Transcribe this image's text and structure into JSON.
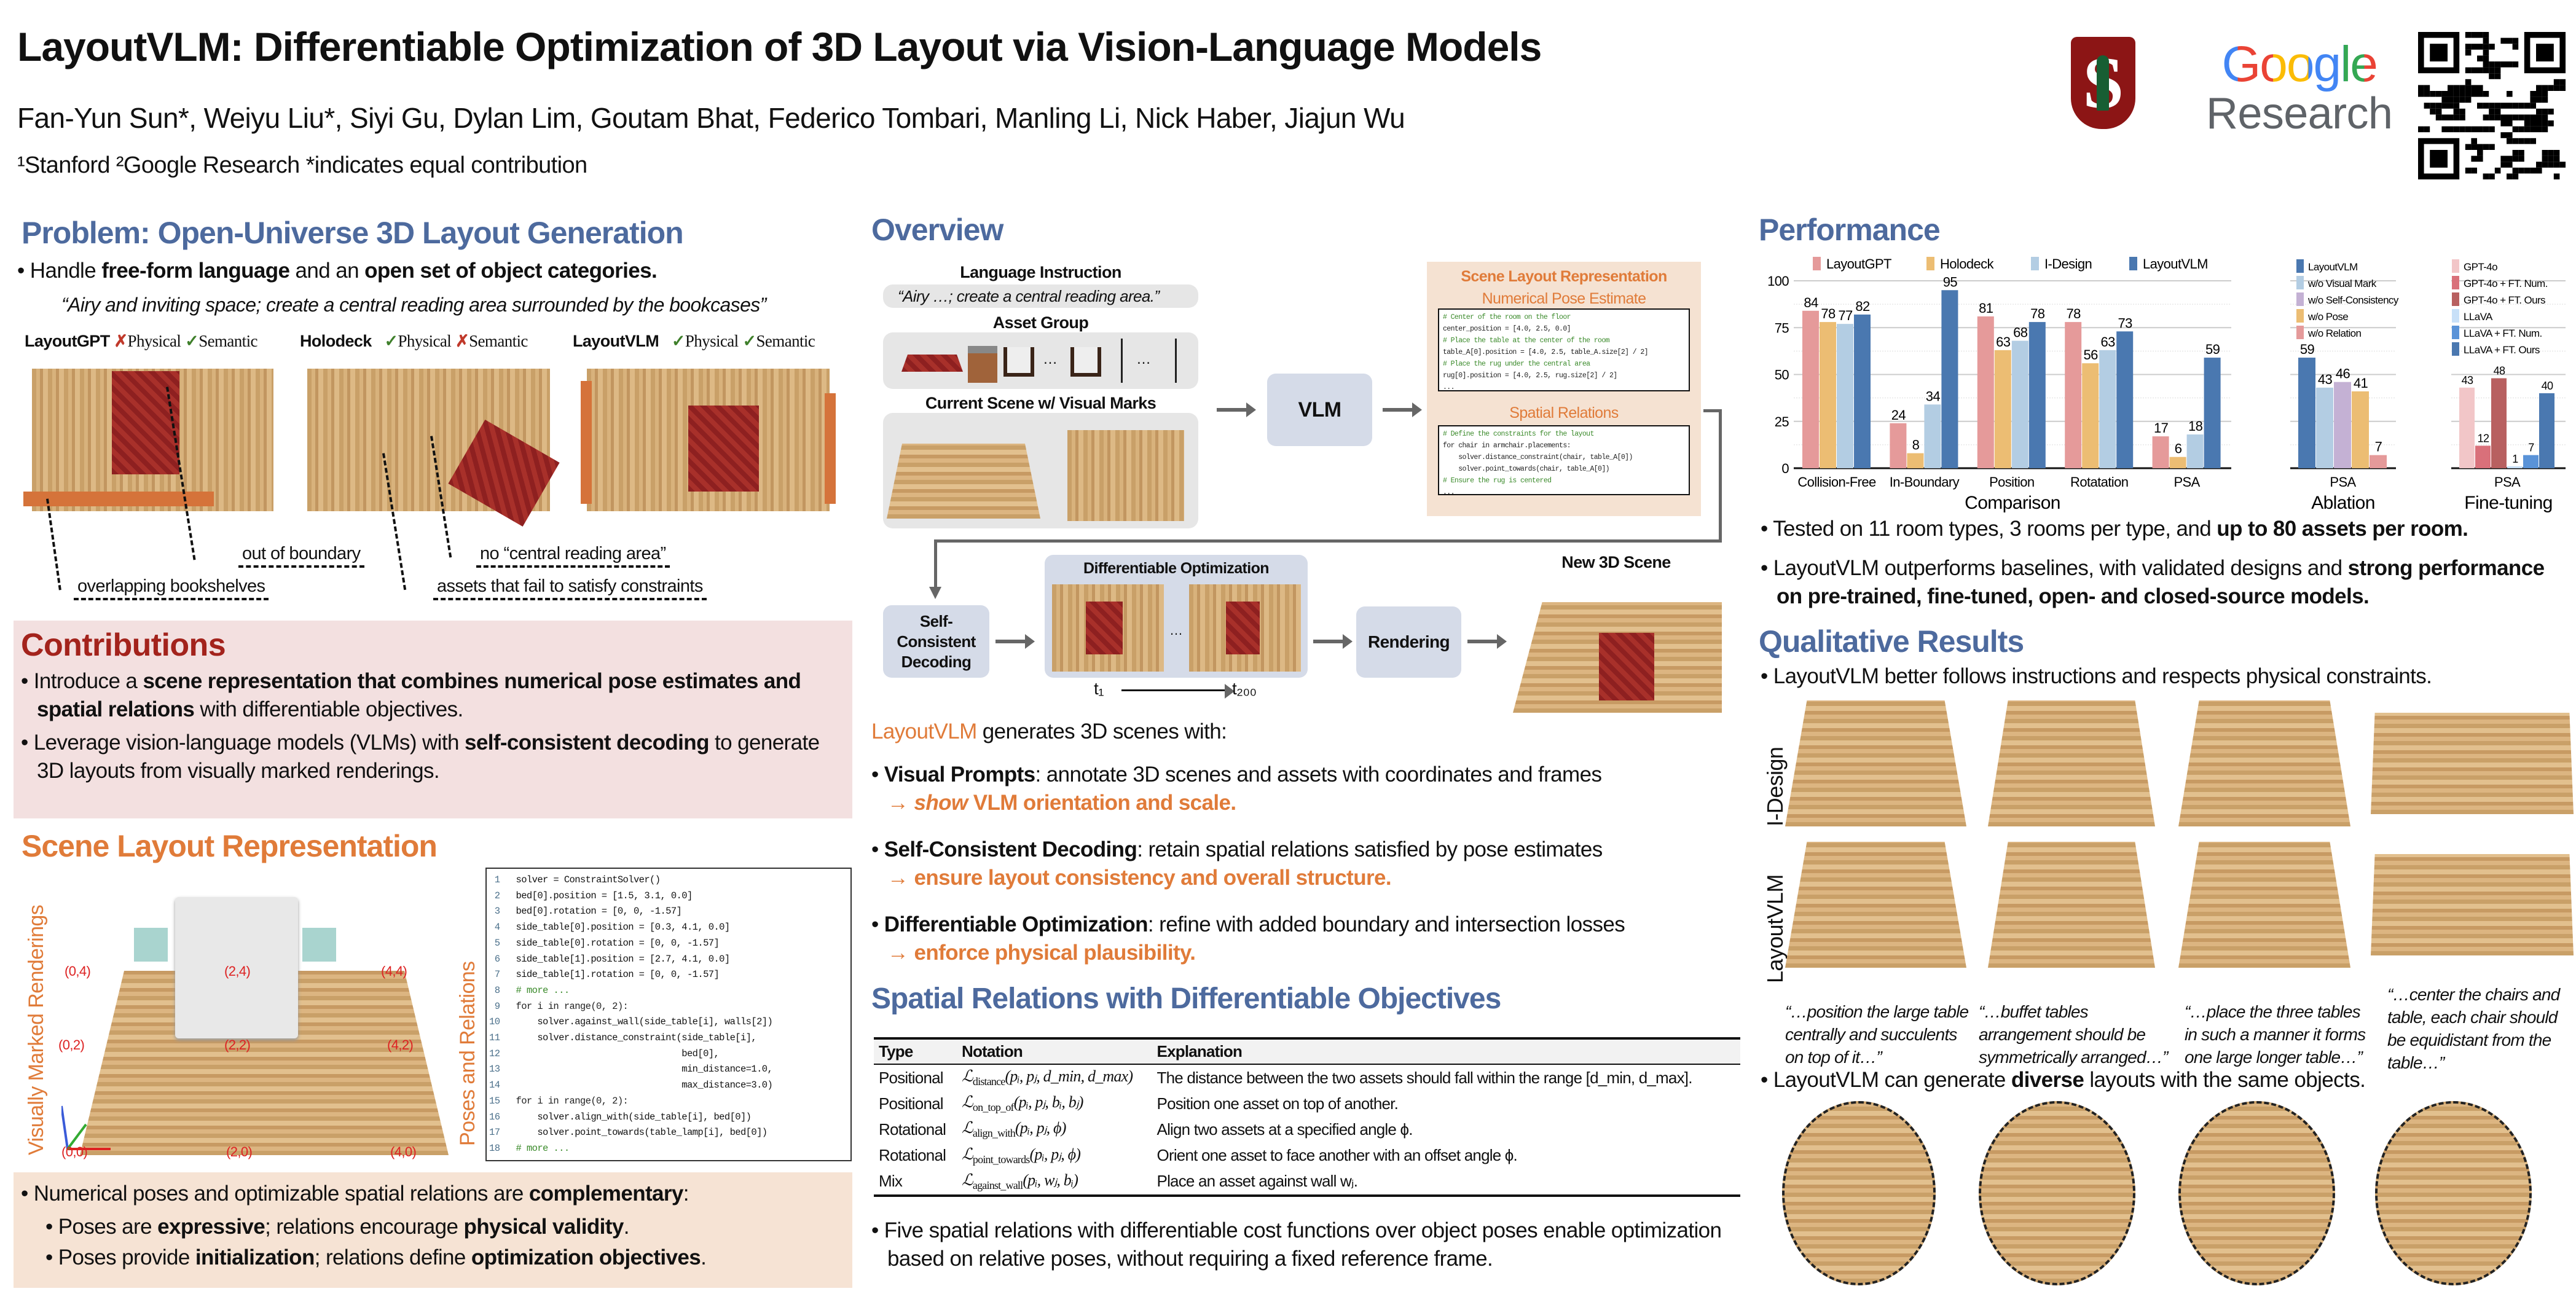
{
  "header": {
    "title": "LayoutVLM: Differentiable Optimization of 3D Layout via Vision-Language Models",
    "authors": "Fan-Yun Sun*, Weiyu Liu*, Siyi Gu, Dylan Lim, Goutam Bhat, Federico Tombari, Manling Li, Nick Haber, Jiajun Wu",
    "affiliations": [
      [
        "¹Stanford  ²Google Research  *indicates equal contribution",
        ""
      ]
    ],
    "logos": {
      "stanford": "S",
      "google": "Google",
      "research": "Research"
    }
  },
  "problem": {
    "heading": "Problem: Open-Universe 3D Layout Generation",
    "bullet": [
      [
        "Handle ",
        ""
      ],
      [
        "free-form language",
        "b"
      ],
      [
        " and an ",
        ""
      ],
      [
        "open set of object categories.",
        "b"
      ]
    ],
    "quote": "“Airy and inviting space; create a central reading area surrounded by the bookcases”",
    "methods": [
      {
        "name": "LayoutGPT",
        "physical": "Physical",
        "physical_ok": false,
        "semantic": "Semantic",
        "semantic_ok": true
      },
      {
        "name": "Holodeck",
        "physical": "Physical",
        "physical_ok": true,
        "semantic": "Semantic",
        "semantic_ok": false
      },
      {
        "name": "LayoutVLM",
        "physical": "Physical",
        "physical_ok": true,
        "semantic": "Semantic",
        "semantic_ok": true
      }
    ],
    "annotations": [
      "out of boundary",
      "overlapping bookshelves",
      "no “central reading area”",
      "assets that fail to satisfy constraints"
    ]
  },
  "contributions": {
    "heading": "Contributions",
    "bullets": [
      [
        [
          "Introduce a ",
          ""
        ],
        [
          "scene representation that combines numerical pose estimates and spatial relations",
          "b"
        ],
        [
          " with differentiable objectives.",
          ""
        ]
      ],
      [
        [
          "Leverage vision-language models (VLMs) with ",
          ""
        ],
        [
          "self-consistent decoding",
          "b"
        ],
        [
          " to generate 3D layouts from visually marked renderings.",
          ""
        ]
      ]
    ]
  },
  "scene_rep": {
    "heading": "Scene Layout Representation",
    "left_label": "Visually Marked Renderings",
    "right_label": "Poses and Relations",
    "coords": [
      "(0,4)",
      "(2,4)",
      "(4,4)",
      "(0,2)",
      "(2,2)",
      "(4,2)",
      "(0,0)",
      "(2,0)",
      "(4,0)"
    ],
    "code": [
      "solver = ConstraintSolver()",
      "bed[0].position = [1.5, 3.1, 0.0]",
      "bed[0].rotation = [0, 0, -1.57]",
      "side_table[0].position = [0.3, 4.1, 0.0]",
      "side_table[0].rotation = [0, 0, -1.57]",
      "side_table[1].position = [2.7, 4.1, 0.0]",
      "side_table[1].rotation = [0, 0, -1.57]",
      "# more ...",
      "for i in range(0, 2):",
      "    solver.against_wall(side_table[i], walls[2])",
      "    solver.distance_constraint(side_table[i],",
      "                               bed[0],",
      "                               min_distance=1.0,",
      "                               max_distance=3.0)",
      "for i in range(0, 2):",
      "    solver.align_with(side_table[i], bed[0])",
      "    solver.point_towards(table_lamp[i], bed[0])",
      "# more ..."
    ],
    "summary": [
      [
        "Numerical poses and optimizable spatial relations are ",
        ""
      ],
      [
        "complementary",
        "b"
      ],
      [
        ":",
        ""
      ]
    ],
    "sub_bullets": [
      [
        [
          "Poses are ",
          ""
        ],
        [
          "expressive",
          "b"
        ],
        [
          "; relations encourage ",
          ""
        ],
        [
          "physical validity",
          "b"
        ],
        [
          ".",
          ""
        ]
      ],
      [
        [
          "Poses provide ",
          ""
        ],
        [
          "initialization",
          "b"
        ],
        [
          "; relations define ",
          ""
        ],
        [
          "optimization objectives",
          "b"
        ],
        [
          ".",
          ""
        ]
      ]
    ]
  },
  "overview": {
    "heading": "Overview",
    "lang_title": "Language Instruction",
    "lang_text": "“Airy …; create a central reading area.”",
    "asset_title": "Asset Group",
    "ellipsis": "…",
    "scene_title": "Current Scene w/ Visual Marks",
    "vlm": "VLM",
    "rep_title": "Scene Layout Representation",
    "pose_title": "Numerical Pose Estimate",
    "pose_code": [
      "# Center of the room on the floor",
      "center_position = [4.0, 2.5, 0.0]",
      "# Place the table at the center of the room",
      "table_A[0].position = [4.0, 2.5, table_A.size[2] / 2]",
      "# Place the rug under the central area",
      "rug[0].position = [4.0, 2.5, rug.size[2] / 2]",
      "..."
    ],
    "rel_title": "Spatial Relations",
    "rel_code": [
      "# Define the constraints for the layout",
      "for chair in armchair.placements:",
      "    solver.distance_constraint(chair, table_A[0])",
      "    solver.point_towards(chair, table_A[0])",
      "# Ensure the rug is centered",
      "..."
    ],
    "self_consistent": "Self-Consistent Decoding",
    "diff_opt": "Differentiable Optimization",
    "t_start": "t₁",
    "t_end": "t₂₀₀",
    "rendering": "Rendering",
    "new_scene": "New 3D Scene",
    "intro": [
      [
        "LayoutVLM",
        "ob"
      ],
      [
        " generates 3D scenes with:",
        ""
      ]
    ],
    "items": [
      {
        "main": [
          [
            "Visual Prompts",
            "b"
          ],
          [
            ": annotate 3D scenes and assets with coordinates and frames",
            ""
          ]
        ],
        "sub": [
          [
            "→ ",
            "o"
          ],
          [
            "show",
            "oi"
          ],
          [
            " VLM orientation and scale.",
            "o"
          ]
        ]
      },
      {
        "main": [
          [
            "Self-Consistent Decoding",
            "b"
          ],
          [
            ": retain spatial relations satisfied by pose estimates",
            ""
          ]
        ],
        "sub": [
          [
            "→ ensure layout consistency and overall structure.",
            "o"
          ]
        ]
      },
      {
        "main": [
          [
            "Differentiable Optimization",
            "b"
          ],
          [
            ": refine with added boundary and intersection losses",
            ""
          ]
        ],
        "sub": [
          [
            "→ enforce physical plausibility.",
            "o"
          ]
        ]
      }
    ]
  },
  "spatial": {
    "heading": "Spatial Relations with Differentiable Objectives",
    "columns": [
      "Type",
      "Notation",
      "Explanation"
    ],
    "rows": [
      {
        "type": "Positional",
        "sub": "distance",
        "args": "(pᵢ, pⱼ, d_min, d_max)",
        "explanation": "The distance between the two assets should fall within the range [d_min, d_max]."
      },
      {
        "type": "Positional",
        "sub": "on_top_of",
        "args": "(pᵢ, pⱼ, bᵢ, bⱼ)",
        "explanation": "Position one asset on top of another."
      },
      {
        "type": "Rotational",
        "sub": "align_with",
        "args": "(pᵢ, pⱼ, ϕ)",
        "explanation": "Align two assets at a specified angle ϕ."
      },
      {
        "type": "Rotational",
        "sub": "point_towards",
        "args": "(pᵢ, pⱼ, ϕ)",
        "explanation": "Orient one asset to face another with an offset angle ϕ."
      },
      {
        "type": "Mix",
        "sub": "against_wall",
        "args": "(pᵢ, wⱼ, bᵢ)",
        "explanation": "Place an asset against wall wⱼ."
      }
    ],
    "loss_symbol": "ℒ",
    "bullet": [
      [
        "Five spatial relations with differentiable cost functions over object poses enable optimization based on relative poses, without requiring a fixed reference frame.",
        ""
      ]
    ]
  },
  "performance": {
    "heading": "Performance",
    "bullets": [
      [
        [
          "Tested on 11 room types, 3 rooms per type, and ",
          ""
        ],
        [
          "up to 80 assets per room.",
          "b"
        ]
      ],
      [
        [
          "LayoutVLM outperforms baselines, with validated designs and ",
          ""
        ],
        [
          "strong performance on pre-trained, fine-tuned, open- and closed-source models.",
          "b"
        ]
      ]
    ]
  },
  "chart_data": [
    {
      "type": "bar",
      "title": "Comparison",
      "categories": [
        "Collision-Free",
        "In-Boundary",
        "Position",
        "Rotatation",
        "PSA"
      ],
      "ylim": [
        0,
        100
      ],
      "yticks": [
        0,
        25,
        50,
        75,
        100
      ],
      "grid": true,
      "legend": "top",
      "series": [
        {
          "name": "LayoutGPT",
          "color": "#e59a9a",
          "values": [
            84,
            24,
            81,
            78,
            17
          ]
        },
        {
          "name": "Holodeck",
          "color": "#ecbd73",
          "values": [
            78,
            8,
            63,
            56,
            6
          ]
        },
        {
          "name": "I-Design",
          "color": "#b3cde3",
          "values": [
            77,
            34,
            68,
            63,
            18
          ]
        },
        {
          "name": "LayoutVLM",
          "color": "#4a78b0",
          "values": [
            82,
            95,
            78,
            73,
            59
          ]
        }
      ]
    },
    {
      "type": "bar",
      "title": "Ablation",
      "categories": [
        "PSA"
      ],
      "ylim": [
        0,
        100
      ],
      "legend": "top",
      "series": [
        {
          "name": "LayoutVLM",
          "color": "#4a78b0",
          "values": [
            59
          ]
        },
        {
          "name": "w/o Visual Mark",
          "color": "#b3cde3",
          "values": [
            43
          ]
        },
        {
          "name": "w/o Self-Consistency",
          "color": "#c4b1d4",
          "values": [
            46
          ]
        },
        {
          "name": "w/o Pose",
          "color": "#ecbd73",
          "values": [
            41
          ]
        },
        {
          "name": "w/o Relation",
          "color": "#e59a9a",
          "values": [
            7
          ]
        }
      ]
    },
    {
      "type": "bar",
      "title": "Fine-tuning",
      "categories": [
        "PSA"
      ],
      "ylim": [
        0,
        100
      ],
      "legend": "top",
      "series": [
        {
          "name": "GPT-4o",
          "color": "#f2c6c8",
          "values": [
            43
          ]
        },
        {
          "name": "GPT-4o + FT. Num.",
          "color": "#d9707a",
          "values": [
            12
          ]
        },
        {
          "name": "GPT-4o + FT. Ours",
          "color": "#b86060",
          "values": [
            48
          ]
        },
        {
          "name": "LLaVA",
          "color": "#c8e0f8",
          "values": [
            1
          ]
        },
        {
          "name": "LLaVA + FT. Num.",
          "color": "#5a93d8",
          "values": [
            7
          ]
        },
        {
          "name": "LLaVA + FT. Ours",
          "color": "#4a78b0",
          "values": [
            40
          ]
        }
      ]
    }
  ],
  "qualitative": {
    "heading": "Qualitative Results",
    "bullet1": [
      [
        "LayoutVLM better follows instructions and respects physical constraints.",
        ""
      ]
    ],
    "row_labels": [
      "I-Design",
      "LayoutVLM"
    ],
    "captions": [
      "“…position the large table centrally and succulents on top of it…”",
      "“…buffet tables arrangement should be symmetrically arranged…”",
      "“…place the three tables in such a manner it forms one large longer table…”",
      "“…center the chairs and table, each chair should be equidistant from the table…”"
    ],
    "bullet2": [
      [
        "LayoutVLM can generate ",
        ""
      ],
      [
        "diverse",
        "b"
      ],
      [
        " layouts with the same objects.",
        ""
      ]
    ]
  }
}
